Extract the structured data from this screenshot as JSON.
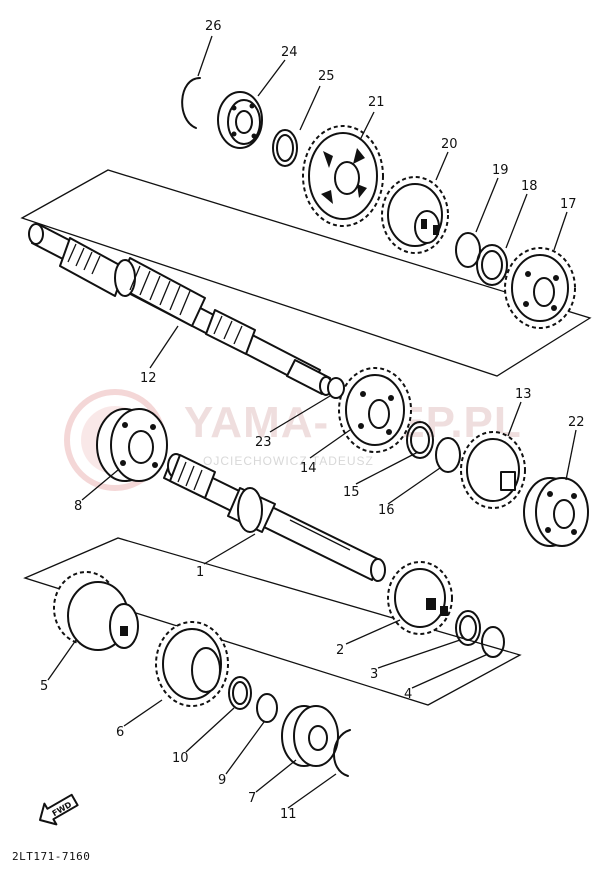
{
  "diagram": {
    "callouts": [
      "1",
      "2",
      "3",
      "4",
      "5",
      "6",
      "7",
      "8",
      "9",
      "10",
      "11",
      "12",
      "13",
      "14",
      "15",
      "16",
      "17",
      "18",
      "19",
      "20",
      "21",
      "22",
      "23",
      "24",
      "25",
      "26"
    ],
    "fwd_label": "FWD",
    "drawing_code": "2LT171-7160"
  },
  "watermark": {
    "main": "YAMA-",
    "main_tail": "EP.PL",
    "sub": "OJCIECHOWICZ TADEUSZ"
  },
  "colors": {
    "ink": "#111111",
    "watermark_red": "#d9a0a0"
  }
}
